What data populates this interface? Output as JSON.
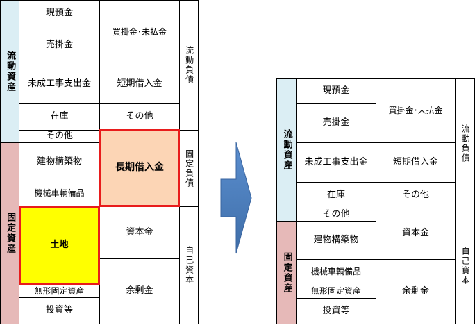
{
  "before": {
    "current_assets_label": "流動資産",
    "fixed_assets_label": "固定資産",
    "assets": [
      "現預金",
      "売掛金",
      "未成工事支出金",
      "在庫",
      "その他",
      "建物構築物",
      "機械車輌備品",
      "土地",
      "無形固定資産",
      "投資等"
    ],
    "liabilities": [
      "買掛金･未払金",
      "短期借入金",
      "その他",
      "長期借入金",
      "資本金",
      "余剰金"
    ],
    "current_liabilities_label": "流動負債",
    "fixed_liabilities_label": "固定負債",
    "equity_label": "自己資本"
  },
  "after": {
    "current_assets_label": "流動資産",
    "fixed_assets_label": "固定資産",
    "assets": [
      "現預金",
      "売掛金",
      "未成工事支出金",
      "在庫",
      "その他",
      "建物構築物",
      "機械車輌備品",
      "無形固定資産",
      "投資等"
    ],
    "liabilities": [
      "買掛金･未払金",
      "短期借入金",
      "その他",
      "資本金",
      "余剰金"
    ],
    "current_liabilities_label": "流動負債",
    "equity_label": "自己資本"
  },
  "colors": {
    "current": "#dbeef4",
    "fixed": "#e6b9b8",
    "land": "#ffff00",
    "long_term_loan": "#fcd5b5",
    "highlight": "#e81c1c",
    "arrow": "#4f81bd"
  }
}
